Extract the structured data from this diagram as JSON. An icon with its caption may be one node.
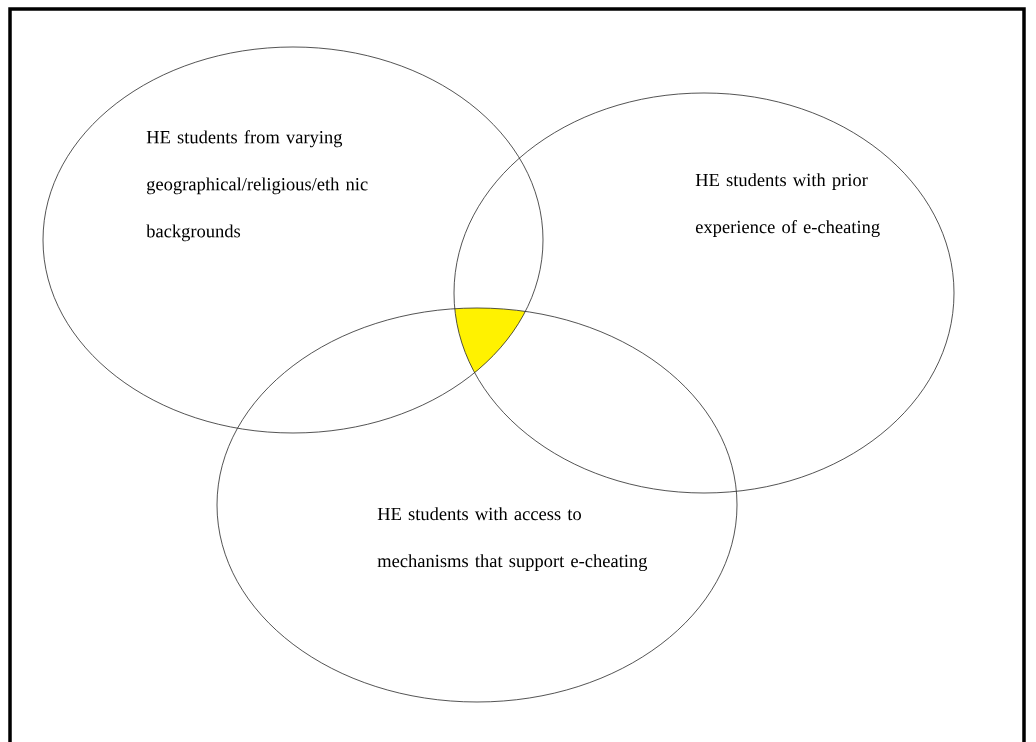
{
  "diagram": {
    "nodes": [
      {
        "text": [
          "HE students from varying geographical/religious/eth nic backgrounds"
        ]
      },
      {
        "text": [
          "HE students with prior experience of e-cheating"
        ]
      },
      {
        "text": [
          "HE students with access to mechanisms that support e-cheating"
        ]
      }
    ]
  }
}
